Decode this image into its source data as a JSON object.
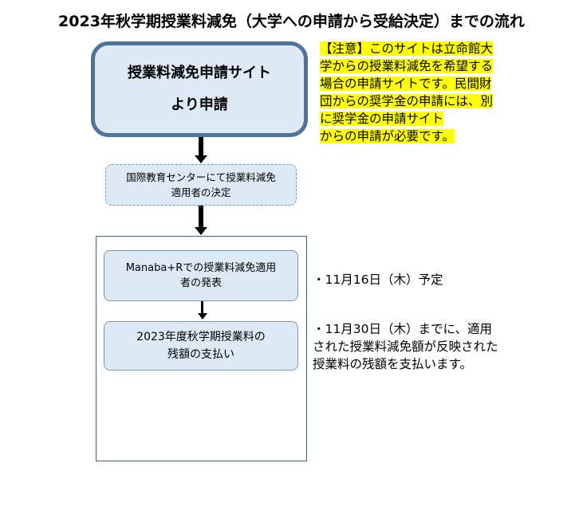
{
  "title": "2023年秋学期授業料減免（大学への申請から受給決定）までの流れ",
  "main_box": {
    "lines": [
      "授業料減免申請サイト",
      "より申請"
    ]
  },
  "step2": {
    "lines": [
      "国際教育センターにて授業料減免",
      "適用者の決定"
    ]
  },
  "step3": {
    "lines": [
      "Manaba+Rでの授業料減免適用",
      "者の発表"
    ]
  },
  "step4": {
    "lines": [
      "2023年度秋学期授業料の",
      "残額の支払い"
    ]
  },
  "note": {
    "lines": [
      "【注意】このサイトは立命館大",
      "学からの授業料減免を希望する",
      "場合の申請サイトです。民間財",
      "団からの奨学金の申請には、別",
      "に奨学金の申請サイト",
      "からの申請が必要です。"
    ],
    "highlight_color": "#ffff00"
  },
  "side_notes": {
    "s1": [
      "・11月16日（木）予定"
    ],
    "s2": [
      "・11月30日（木）までに、適用",
      "された授業料減免額が反映された",
      "授業料の残額を支払います。"
    ]
  },
  "colors": {
    "box_fill": "#dde9f5",
    "main_border": "#4f7399",
    "frame_border": "#3e5f86"
  }
}
